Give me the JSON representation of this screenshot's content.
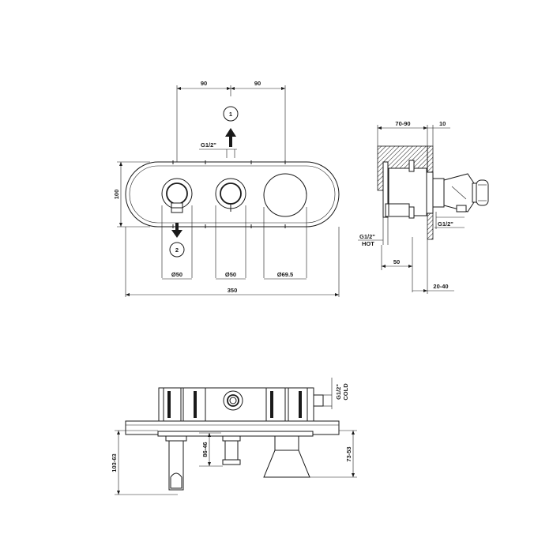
{
  "front_view": {
    "dim_90_left": "90",
    "dim_90_right": "90",
    "dim_100": "100",
    "dim_350": "350",
    "thread_top": "G1/2\"",
    "outlet_1": "1",
    "outlet_2": "2",
    "dia_left": "Ø50",
    "dia_mid": "Ø50",
    "dia_right": "Ø69.5"
  },
  "side_view": {
    "dim_70_90": "70-90",
    "dim_10": "10",
    "thread_hot_line1": "G1/2\"",
    "thread_hot_line2": "HOT",
    "thread_right": "G1/2\"",
    "dim_50": "50",
    "dim_20_40": "20-40"
  },
  "top_view": {
    "thread_cold_line1": "G1/2\"",
    "thread_cold_line2": "COLD",
    "dim_103_63": "103-63",
    "dim_86_46": "86-46",
    "dim_73_53": "73-53"
  }
}
